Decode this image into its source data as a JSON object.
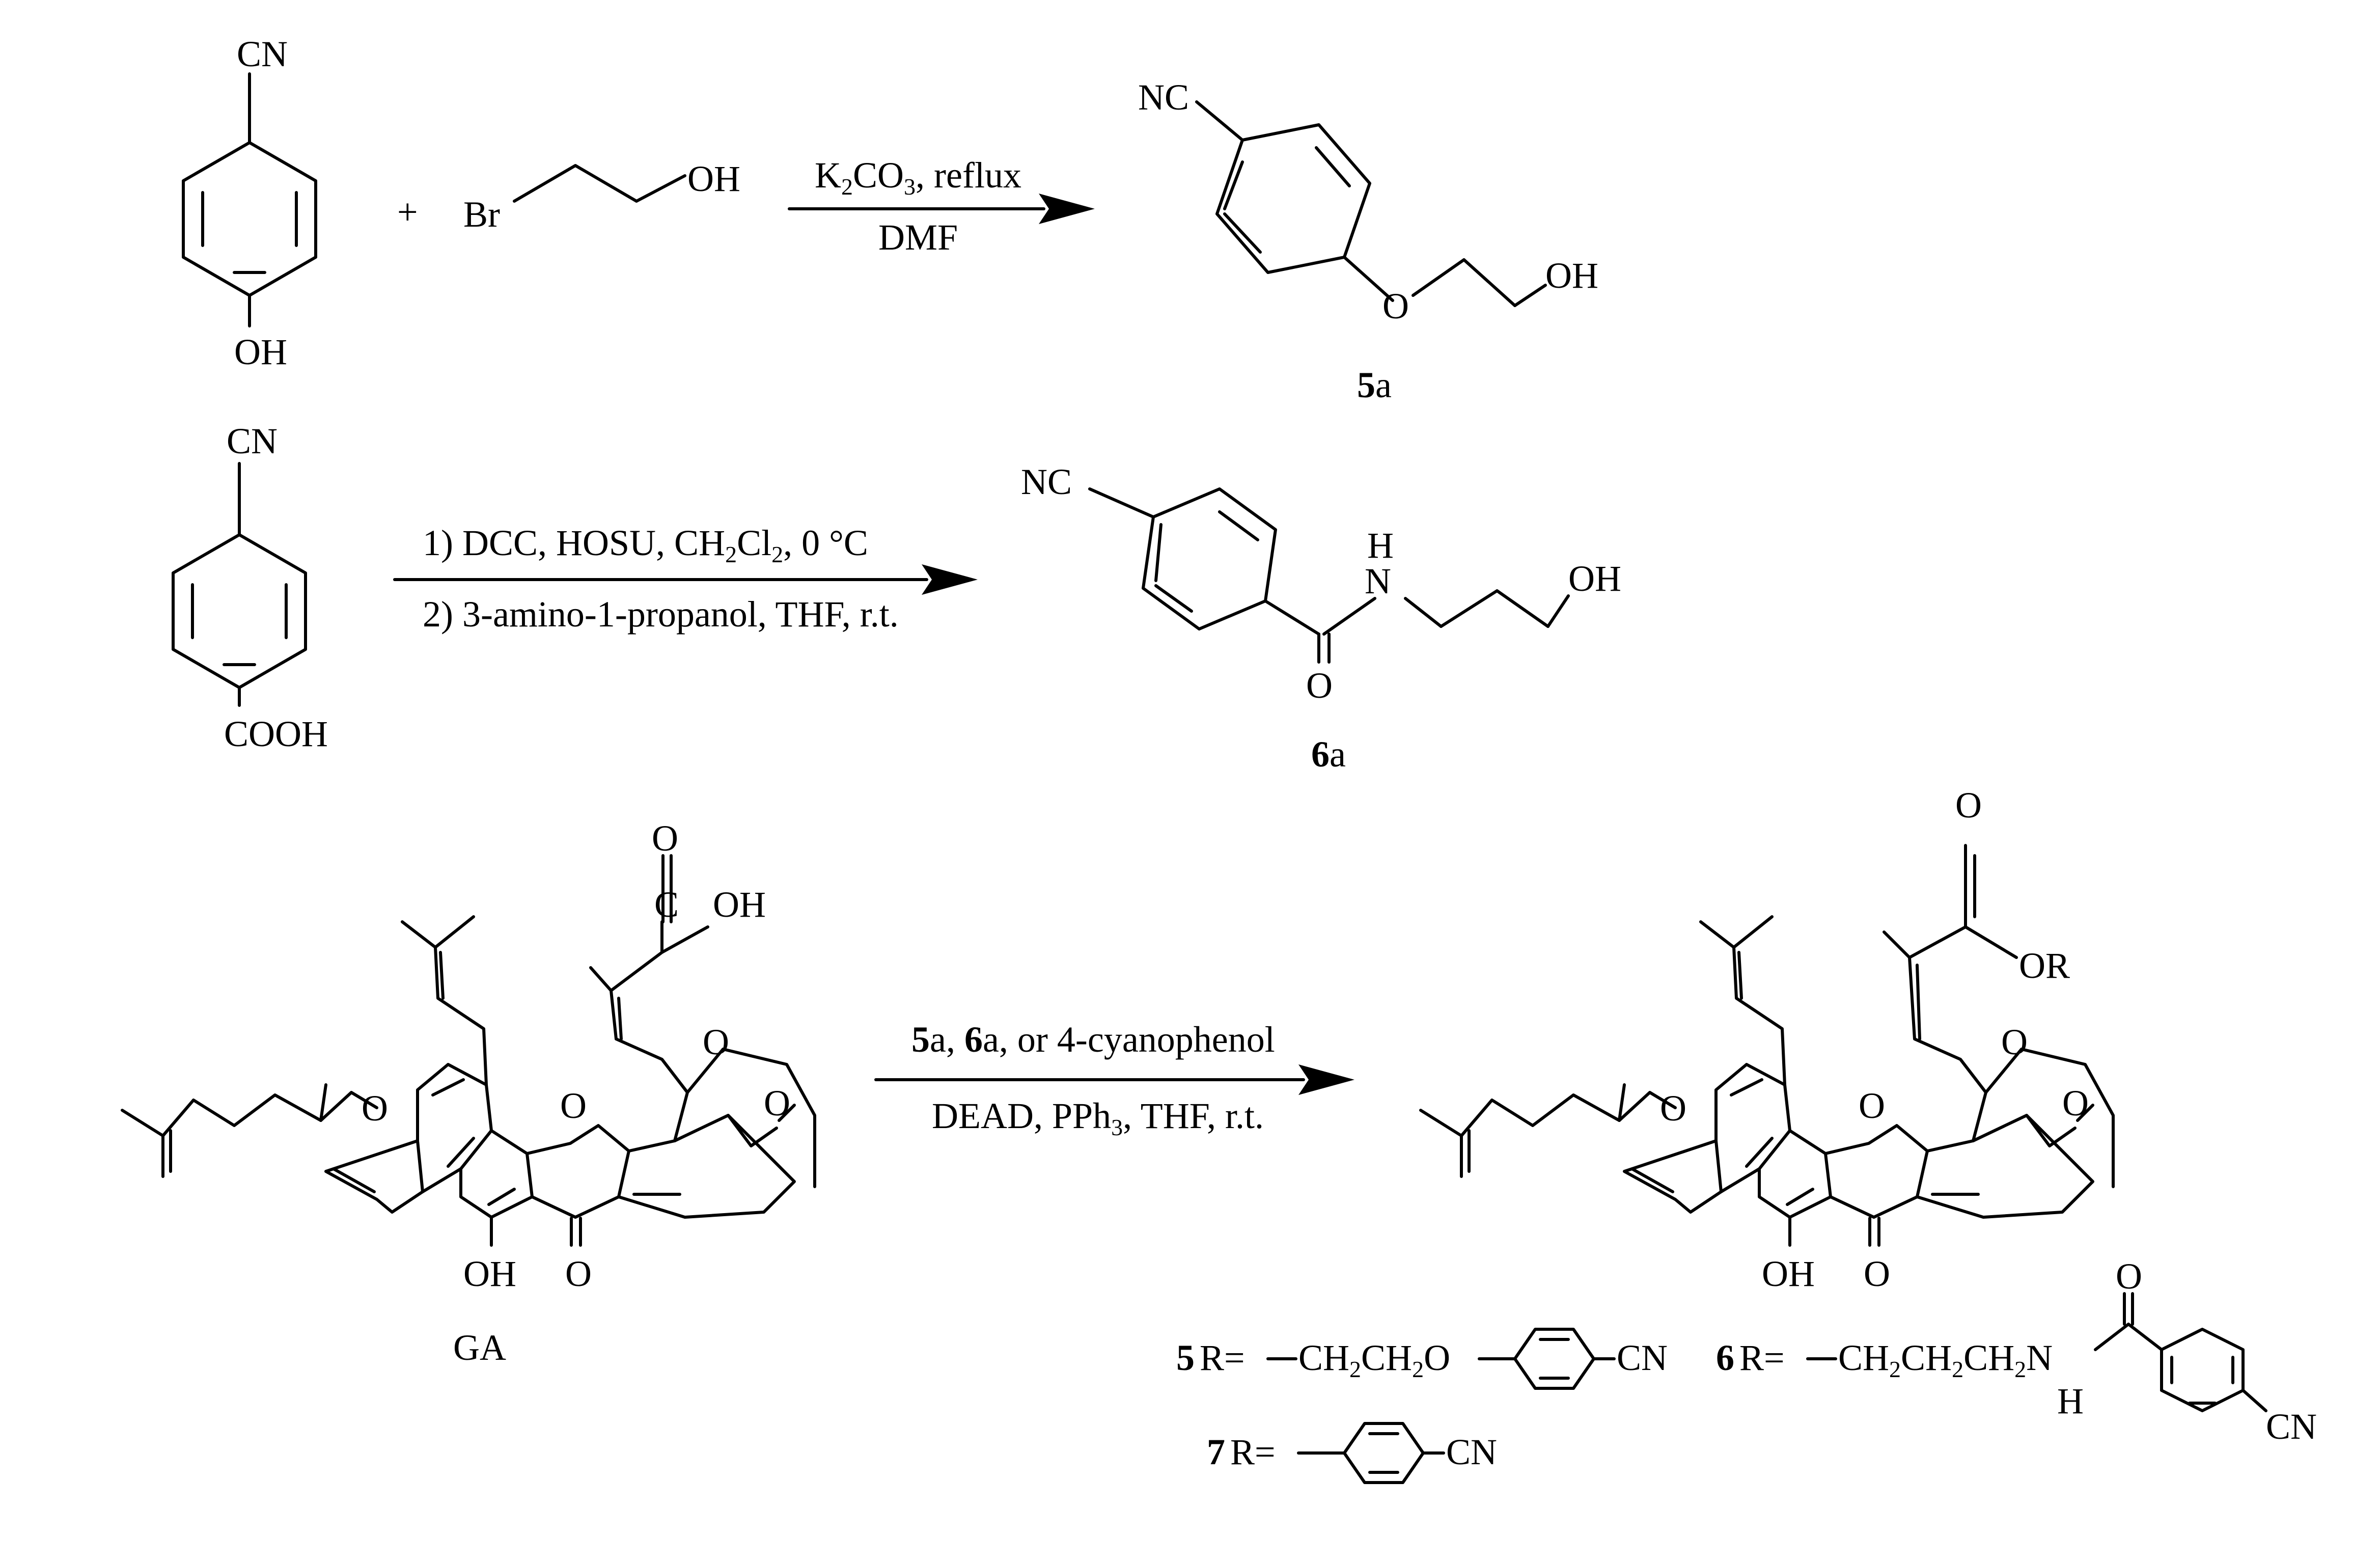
{
  "colors": {
    "ink": "#000000",
    "background": "#ffffff"
  },
  "reaction1": {
    "reactant1": {
      "top": "CN",
      "bottom": "OH"
    },
    "plus": "+",
    "reactant2": {
      "left": "Br",
      "right": "OH"
    },
    "conditions_above": {
      "k": "K",
      "s2": "2",
      "co": "CO",
      "s3": "3",
      "tail": ", reflux"
    },
    "conditions_below": "DMF",
    "product": {
      "nc": "NC",
      "o": "O",
      "oh": "OH"
    },
    "product_label": {
      "num": "5",
      "suffix": "a"
    }
  },
  "reaction2": {
    "reactant": {
      "top": "CN",
      "bottom": "COOH"
    },
    "conditions_above": {
      "p1": "1) DCC, HOSU, CH",
      "s1": "2",
      "p2": "Cl",
      "s2": "2",
      "p3": ", 0 °C"
    },
    "conditions_below": "2) 3-amino-1-propanol, THF, r.t.",
    "product": {
      "nc": "NC",
      "o": "O",
      "h": "H",
      "n": "N",
      "oh": "OH"
    },
    "product_label": {
      "num": "6",
      "suffix": "a"
    }
  },
  "reaction3": {
    "reactant_label": "GA",
    "reactant_atoms": {
      "o_acid": "O",
      "c_acid": "C",
      "oh_acid": "OH",
      "o_ring1": "O",
      "o_ring2": "O",
      "o_ring3": "O",
      "o_ketone": "O",
      "oh": "OH",
      "o_bottom": "O"
    },
    "conditions_above": {
      "r5": "5",
      "t1": "a, ",
      "r6": "6",
      "t2": "a, or 4-cyanophenol"
    },
    "conditions_below": {
      "p1": "DEAD, PPh",
      "s1": "3",
      "p2": ", THF, r.t."
    },
    "product_atoms": {
      "o_top": "O",
      "or": "OR",
      "o_ring1": "O",
      "o_ring2": "O",
      "o_ring3": "O",
      "o_ketone": "O",
      "oh": "OH",
      "o_bottom": "O"
    }
  },
  "r_groups": {
    "g5": {
      "num": "5",
      "r": "R=",
      "ch": "CH",
      "s1": "2",
      "ch2": "CH",
      "s2": "2",
      "o": "O",
      "cn": "CN"
    },
    "g6": {
      "num": "6",
      "r": "R=",
      "ch": "CH",
      "s1": "2",
      "ch2": "CH",
      "s2": "2",
      "ch3": "CH",
      "s3": "2",
      "n": "N",
      "h": "H",
      "o": "O",
      "cn": "CN"
    },
    "g7": {
      "num": "7",
      "r": "R=",
      "cn": "CN"
    }
  }
}
